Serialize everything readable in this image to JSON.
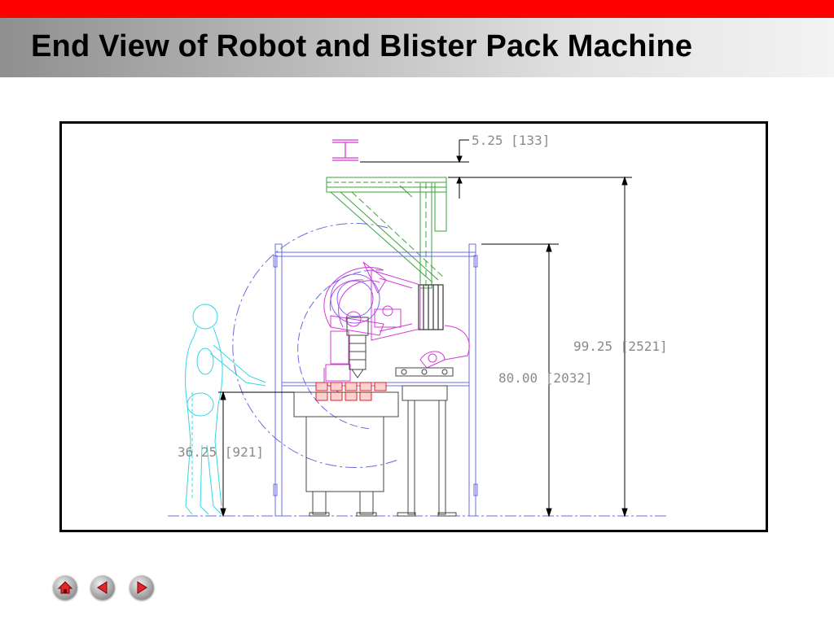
{
  "slide": {
    "title": "End View of Robot and Blister Pack Machine"
  },
  "dimensions": {
    "clearance_top": "5.25 [133]",
    "overall_height": "99.25 [2521]",
    "frame_height": "80.00 [2032]",
    "table_height": "36.25 [921]"
  },
  "navigation": {
    "home_icon": "home-icon",
    "previous_icon": "previous-arrow-icon",
    "next_icon": "next-arrow-icon"
  },
  "colors": {
    "header_bar": "#ff0000",
    "frame_lines": "#6b6be0",
    "gantry_lines": "#3aa33a",
    "robot_lines": "#d23bd2",
    "operator_lines": "#33d6e6",
    "parts": "#e02020",
    "dimension_lines": "#000000"
  }
}
